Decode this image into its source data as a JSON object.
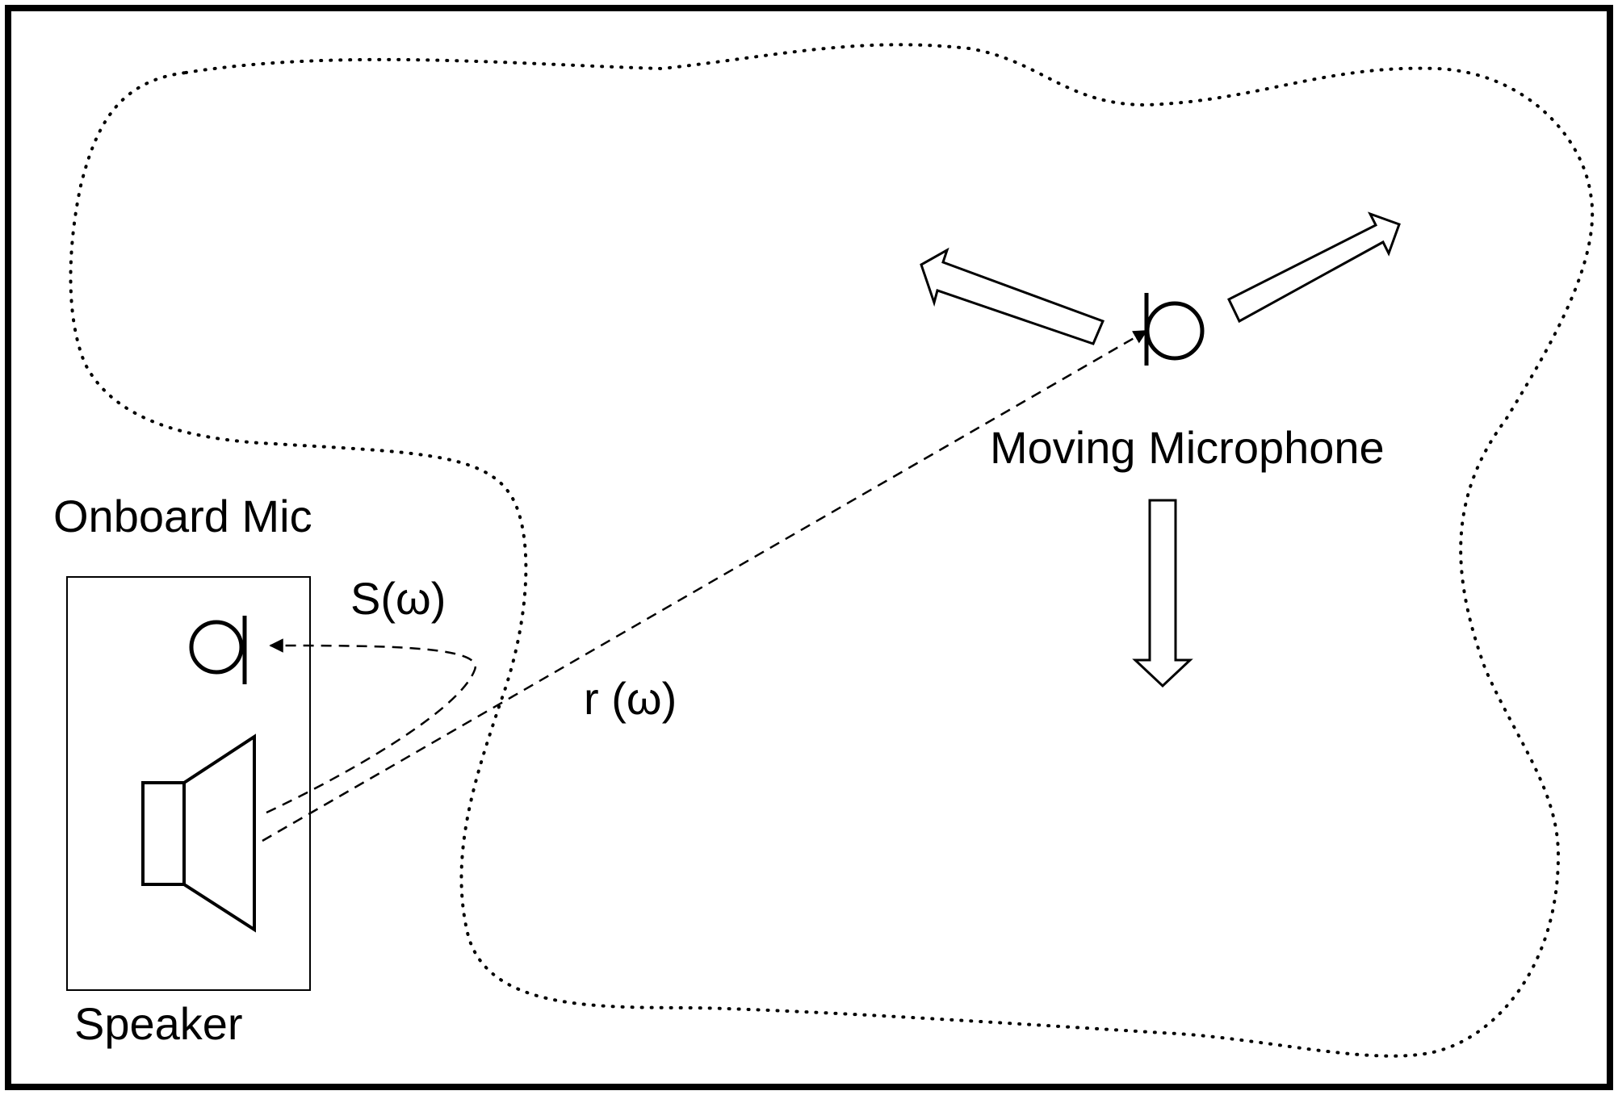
{
  "labels": {
    "onboard_mic": "Onboard Mic",
    "speaker": "Speaker",
    "moving_microphone": "Moving Microphone",
    "s_omega": "S(ω)",
    "r_omega": "r (ω)"
  },
  "icons": {
    "onboard_mic": "microphone-icon",
    "speaker": "loudspeaker-icon",
    "moving_mic": "microphone-icon",
    "motion_arrows": "hollow-arrow-icon"
  },
  "colors": {
    "stroke": "#000000",
    "background": "#ffffff"
  }
}
